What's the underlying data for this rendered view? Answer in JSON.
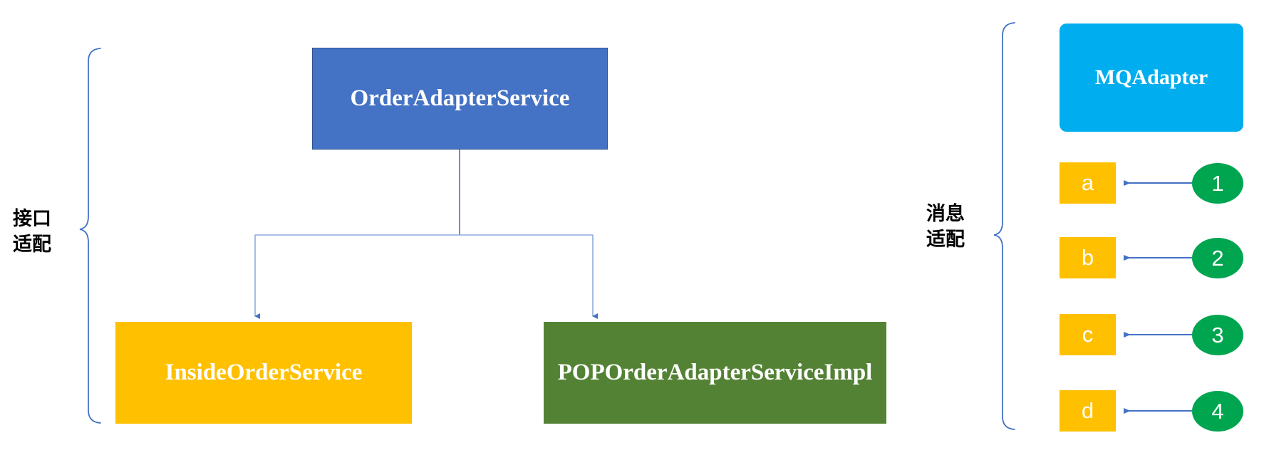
{
  "diagram": {
    "title": "OrderAdapterService adapter architecture diagram",
    "colors": {
      "blue_node": "#4472C4",
      "blue_node_border": "#2F528F",
      "yellow_node": "#FFC000",
      "green_node": "#548235",
      "cyan_node": "#00AEEF",
      "green_bubble": "#00A550",
      "connector_line": "#4472C4",
      "bracket_line": "#4472C4",
      "caption_text": "#000000",
      "node_text": "#FFFFFF",
      "canvas_background": "#FFFFFF"
    },
    "groups": [
      {
        "id": "interface-adaptation",
        "caption": "接口\n适配",
        "side": "left"
      },
      {
        "id": "message-adaptation",
        "caption": "消息\n适配",
        "side": "right"
      }
    ],
    "nodes": {
      "order_adapter_service": {
        "label": "OrderAdapterService",
        "shape": "rectangle",
        "fill": "#4472C4"
      },
      "inside_order_service": {
        "label": "InsideOrderService",
        "shape": "rectangle",
        "fill": "#FFC000"
      },
      "pop_order_adapter_service_impl": {
        "label": "POPOrderAdapterServiceImpl",
        "shape": "rectangle",
        "fill": "#548235"
      },
      "mq_adapter": {
        "label": "MQAdapter",
        "shape": "rounded-rectangle",
        "fill": "#00AEEF"
      }
    },
    "message_rows": [
      {
        "chip": "a",
        "bubble": "1"
      },
      {
        "chip": "b",
        "bubble": "2"
      },
      {
        "chip": "c",
        "bubble": "3"
      },
      {
        "chip": "d",
        "bubble": "4"
      }
    ],
    "connectors": [
      {
        "from": "order_adapter_service",
        "to": "inside_order_service",
        "arrow": "down"
      },
      {
        "from": "order_adapter_service",
        "to": "pop_order_adapter_service_impl",
        "arrow": "down"
      },
      {
        "from": "bubble-1",
        "to": "chip-a",
        "arrow": "left"
      },
      {
        "from": "bubble-2",
        "to": "chip-b",
        "arrow": "left"
      },
      {
        "from": "bubble-3",
        "to": "chip-c",
        "arrow": "left"
      },
      {
        "from": "bubble-4",
        "to": "chip-d",
        "arrow": "left"
      }
    ]
  }
}
